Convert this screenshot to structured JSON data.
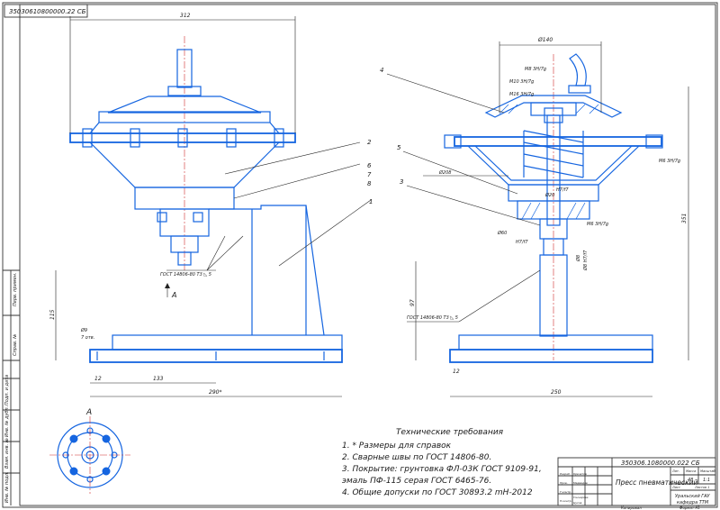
{
  "stamp_top": "35030610800000.22 СБ",
  "title_block": {
    "doc_number": "350306.1080000.022 СБ",
    "name": "Пресс пневматический",
    "lit": "Лит.",
    "mass": "Масса",
    "scale": "Масштаб",
    "mass_value": "48",
    "scale_value": "1:1",
    "sheet": "Лист",
    "sheets": "Листов 1",
    "org_line1": "Уральский ГАУ",
    "org_line2": "кафедра ТТМ",
    "rows": [
      "Изм. Лист",
      "№ докум.",
      "Подп.",
      "Дата",
      "Разраб.",
      "Пров.",
      "Т.контр.",
      "Н.контр.",
      "Утв."
    ],
    "names": [
      "Кречетов",
      "Медведев",
      "Гончарова",
      "Цусов"
    ],
    "kopiroval": "Копировал",
    "format": "Формат А1"
  },
  "side_strip": [
    "Перв. примен.",
    "Справ. №",
    "Подп. и дата",
    "Инв. № дубл.",
    "Взам. инв. №",
    "Подп. и дата",
    "Инв. № подл."
  ],
  "requirements": {
    "title": "Технические требования",
    "items": [
      "1. * Размеры для справок",
      "2. Сварные швы по ГОСТ 14806-80.",
      "3. Покрытие: грунтовка ФЛ-03К ГОСТ 9109-91,",
      "эмаль ПФ-115 серая ГОСТ 6465-76.",
      "4. Общие допуски по ГОСТ 30893.2 mH-2012"
    ]
  },
  "front_view": {
    "dims": {
      "width_top": "312",
      "height": "115",
      "dia_small": "Ø9",
      "holes": "7 отв.",
      "left_offset": "12",
      "base_inner": "133",
      "base_total": "290*"
    },
    "weld_note": "ГОСТ 14806-80 Т3 ◺ 5",
    "view_arrow": "А",
    "callouts": [
      "2",
      "6",
      "7",
      "8",
      "1"
    ]
  },
  "section_view": {
    "dims": {
      "dia_top": "Ø140",
      "dia_side": "Ø208",
      "dia_bottom": "Ø60",
      "dia_small": "Ø20",
      "height_total": "351",
      "height_lower": "97",
      "left_offset": "12",
      "base_total": "250"
    },
    "fits": [
      "M8 3Н/7g",
      "M10 3Н/7g",
      "M16 3Н/7g",
      "M6 3Н/7g",
      "M6 3Н/7g",
      "H7/f7",
      "H7/f7",
      "Ø8 H7/f7",
      "Ø8"
    ],
    "weld_note": "ГОСТ 14806-80 Т3 ◺ 5",
    "callouts": [
      "4",
      "5",
      "3"
    ]
  },
  "bottom_view": {
    "label": "А"
  }
}
